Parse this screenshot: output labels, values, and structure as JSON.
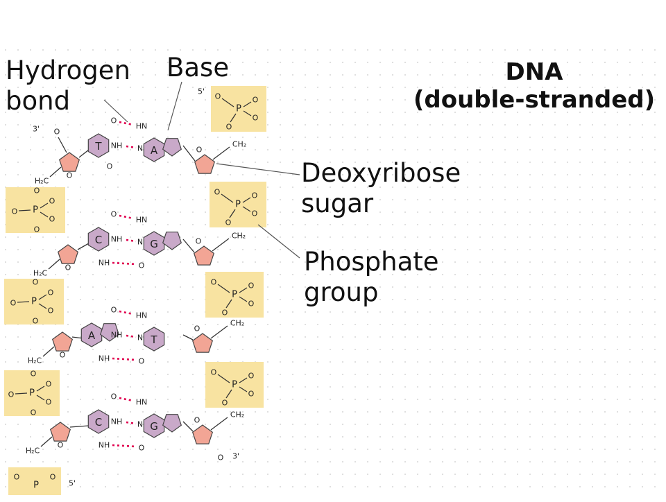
{
  "title": {
    "line1": "DNA",
    "line2": "(double-stranded)"
  },
  "labels": {
    "hydrogen_bond": {
      "line1": "Hydrogen",
      "line2": "bond"
    },
    "base": "Base",
    "deoxyribose": {
      "line1": "Deoxyribose",
      "line2": "sugar"
    },
    "phosphate": {
      "line1": "Phosphate",
      "line2": "group"
    }
  },
  "ends": {
    "left_top": "3'",
    "right_top": "5'",
    "right_bottom": "3'",
    "left_bottom": "5'"
  },
  "atoms": {
    "O": "O",
    "P": "P",
    "HN": "HN",
    "NH": "NH",
    "N": "N",
    "CH2": "CH₂",
    "H2C": "H₂C"
  },
  "pairs": [
    {
      "left": "T",
      "right": "A"
    },
    {
      "left": "C",
      "right": "G"
    },
    {
      "left": "A",
      "right": "T"
    },
    {
      "left": "C",
      "right": "G"
    }
  ],
  "colors": {
    "phosphate_box": "#f8e3a1",
    "sugar": "#f2a595",
    "base": "#c9a9c9",
    "hbond": "#e0004e",
    "grid_dot": "#c8c8c8"
  }
}
